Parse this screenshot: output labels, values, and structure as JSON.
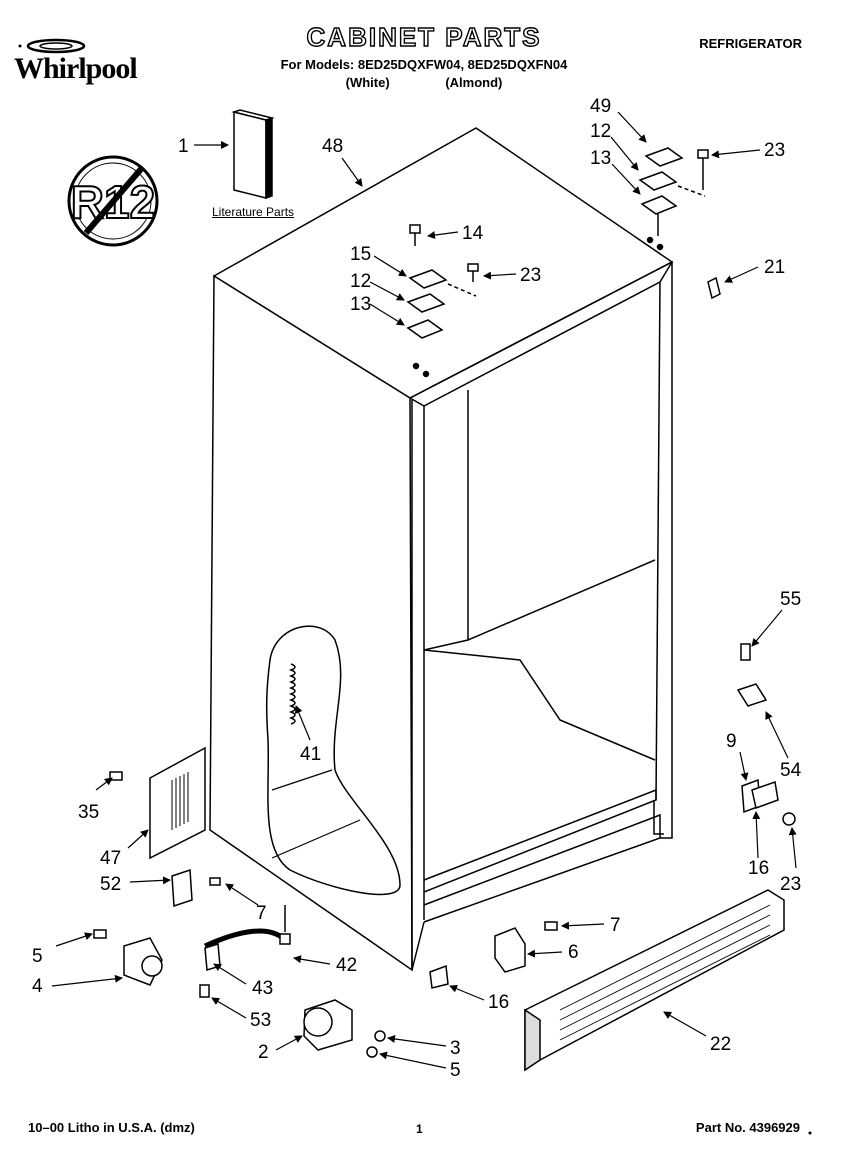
{
  "brand": "Whirlpool",
  "title": "CABINET PARTS",
  "models_line": "For Models: 8ED25DQXFW04, 8ED25DQXFN04",
  "colors": [
    "(White)",
    "(Almond)"
  ],
  "appliance": "REFRIGERATOR",
  "refrigerant_badge": "R12",
  "literature_label": "Literature Parts",
  "footer": {
    "left": "10–00 Litho in U.S.A. (dmz)",
    "center": "1",
    "right": "Part No. 4396929"
  },
  "callouts": [
    "1",
    "48",
    "49",
    "12",
    "13",
    "23",
    "14",
    "15",
    "12",
    "23",
    "13",
    "21",
    "55",
    "41",
    "9",
    "54",
    "35",
    "47",
    "16",
    "23",
    "52",
    "7",
    "7",
    "6",
    "5",
    "42",
    "4",
    "43",
    "16",
    "22",
    "53",
    "3",
    "2",
    "5"
  ]
}
